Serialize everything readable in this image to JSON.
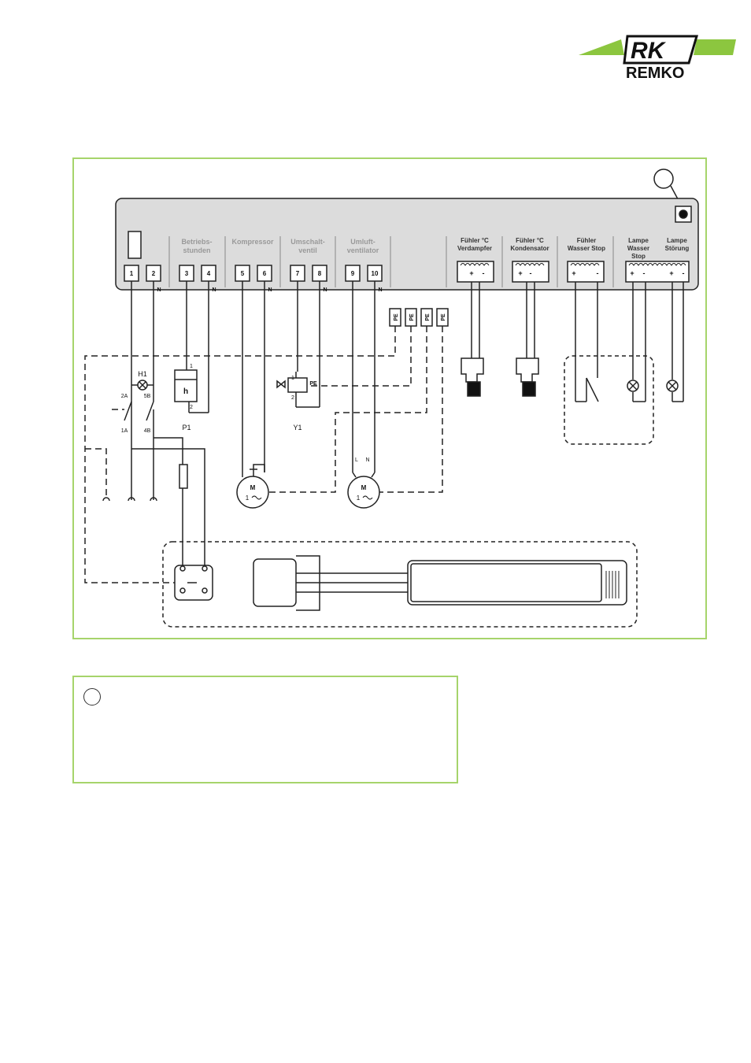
{
  "brand": {
    "name": "REMKO",
    "colors": {
      "green": "#8cc63f",
      "frame": "#a6d46b",
      "panel": "#dcdcdc",
      "line": "#222222"
    }
  },
  "controller": {
    "sections": [
      {
        "id": "betrieb",
        "label_l1": "Betriebs-",
        "label_l2": "stunden"
      },
      {
        "id": "kompressor",
        "label_l1": "Kompressor",
        "label_l2": ""
      },
      {
        "id": "umschalt",
        "label_l1": "Umschalt-",
        "label_l2": "ventil"
      },
      {
        "id": "umluft",
        "label_l1": "Umluft-",
        "label_l2": "ventilator"
      },
      {
        "id": "verdampfer",
        "label_l1": "Fühler °C",
        "label_l2": "Verdampfer"
      },
      {
        "id": "kondensator",
        "label_l1": "Fühler °C",
        "label_l2": "Kondensator"
      },
      {
        "id": "wasserstop",
        "label_l1": "Fühler",
        "label_l2": "Wasser Stop"
      },
      {
        "id": "lampe_wasser",
        "label_l1": "Lampe",
        "label_l2": "Wasser",
        "label_l3": "Stop"
      },
      {
        "id": "lampe_stoerung",
        "label_l1": "Lampe",
        "label_l2": "Störung"
      }
    ],
    "terminals": [
      "1",
      "2",
      "3",
      "4",
      "5",
      "6",
      "7",
      "8",
      "9",
      "10"
    ],
    "neutral_mark": "N",
    "pe_label": "PE",
    "plus": "+",
    "minus": "-"
  },
  "components": {
    "h1": "H1",
    "p1": "P1",
    "y1": "Y1",
    "hour_meter": "h",
    "meter_pin_top": "1",
    "meter_pin_bottom": "2",
    "valve_pin_top": "1",
    "valve_pin_bottom": "2",
    "switch_2a": "2A",
    "switch_5b": "5B",
    "switch_1a": "1A",
    "switch_4b": "4B",
    "motor_m": "M",
    "motor_phase": "1",
    "fan_l": "L",
    "fan_n": "N"
  },
  "note": {
    "marker": ""
  }
}
